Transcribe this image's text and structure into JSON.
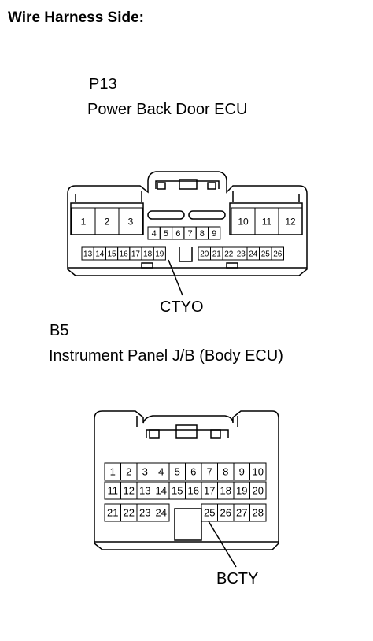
{
  "heading": "Wire Harness Side:",
  "connectors": [
    {
      "code": "P13",
      "name": "Power Back Door ECU",
      "wire_label": "CTYO",
      "pins": {
        "big_left": [
          "1",
          "2",
          "3"
        ],
        "big_right": [
          "10",
          "11",
          "12"
        ],
        "mid": [
          "4",
          "5",
          "6",
          "7",
          "8",
          "9"
        ],
        "bottom_left": [
          "13",
          "14",
          "15",
          "16",
          "17",
          "18",
          "19"
        ],
        "bottom_right": [
          "20",
          "21",
          "22",
          "23",
          "24",
          "25",
          "26"
        ]
      }
    },
    {
      "code": "B5",
      "name": "Instrument Panel J/B (Body ECU)",
      "wire_label": "BCTY",
      "pins": {
        "row1": [
          "1",
          "2",
          "3",
          "4",
          "5",
          "6",
          "7",
          "8",
          "9",
          "10"
        ],
        "row2": [
          "11",
          "12",
          "13",
          "14",
          "15",
          "16",
          "17",
          "18",
          "19",
          "20"
        ],
        "row3_left": [
          "21",
          "22",
          "23",
          "24"
        ],
        "row3_right": [
          "25",
          "26",
          "27",
          "28"
        ]
      }
    }
  ]
}
